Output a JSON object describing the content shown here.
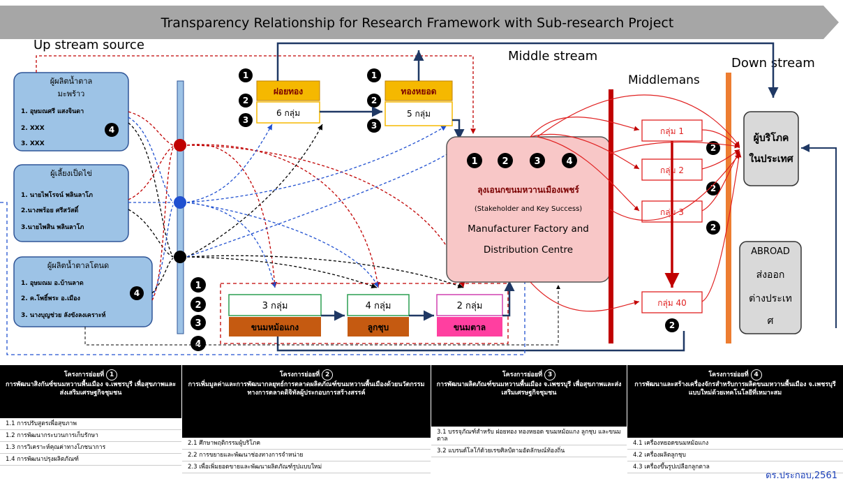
{
  "title": "Transparency Relationship for Research Framework with Sub-research Project",
  "stream_labels": {
    "upstream": "Up stream source",
    "middle": "Middle stream",
    "middlemans": "Middlemans",
    "downstream": "Down stream"
  },
  "suppliers": [
    {
      "title": "ผู้ผลิตน้ำตาล",
      "subtitle": "มะพร้าว",
      "items": [
        "1. อุษมณศรี แสงจินดา",
        "2. XXX",
        "3. XXX"
      ],
      "badge": "4"
    },
    {
      "title": "ผู้เลี้ยงเป็ดไข่",
      "items": [
        "1. นายไพโรจน์ พลินลาโภ",
        "2.นางพร้อย ศรีสวัสดิ์",
        "3.นายไพสิน พลินลาโภ"
      ]
    },
    {
      "title": "ผู้ผลิตน้ำตาลโตนด",
      "items": [
        "1. อุษมณม อ.บ้านลาด",
        "2. ค.โพธิ์พระ อ.เมือง",
        "3. นางบุญช่วย ลังขังลงเคราะห์"
      ],
      "badge": "4"
    }
  ],
  "products_top": [
    {
      "name": "ฝอยทอง",
      "groups": "6 กลุ่ม",
      "markers": [
        "1",
        "2",
        "3"
      ]
    },
    {
      "name": "ทองหยอด",
      "groups": "5 กลุ่ม",
      "markers": [
        "1",
        "2",
        "3"
      ]
    }
  ],
  "products_bottom": [
    {
      "groups": "3 กลุ่ม",
      "name": "ขนมหม้อแกง"
    },
    {
      "groups": "4 กลุ่ม",
      "name": "ลูกชุบ"
    },
    {
      "groups": "2 กลุ่ม",
      "name": "ขนมตาล"
    }
  ],
  "bottom_markers": [
    "1",
    "2",
    "3",
    "4"
  ],
  "center": {
    "markers": [
      "1",
      "2",
      "3",
      "4"
    ],
    "thai": "ลุงเอนกขนมหวานเมืองเพชร์",
    "stakeholder": "(Stakeholder and Key Success)",
    "line1": "Manufacturer Factory and",
    "line2": "Distribution Centre"
  },
  "middlemen": [
    {
      "label": "กลุ่ม 1",
      "badge": "2"
    },
    {
      "label": "กลุ่ม 2",
      "badge": "2"
    },
    {
      "label": "กลุ่ม 3",
      "badge": "2"
    },
    {
      "label": "กลุ่ม 40",
      "badge": "2"
    }
  ],
  "consumer": {
    "line1": "ผู้บริโภค",
    "line2": "ในประเทศ"
  },
  "abroad": {
    "line1": "ABROAD",
    "line2": "ส่งออก",
    "line3": "ต่างประเท",
    "line4": "ศ"
  },
  "projects": [
    {
      "head": "โครงการย่อยที่",
      "num": "1",
      "title": "การพัฒนาสิงกันซ์ขนมหวานพื้นเมือง จ.เพชรบุรี เพื่อสุขภาพและส่งเสริมเศรษฐกิจชุมชน",
      "items": [
        "1.1 การปรับสูตรเพื่อสุขภาพ",
        "1.2 การพัฒนากระบวนการเก็บรักษา",
        "1.3 การวิเคราะห์คุณค่าทางโภชนาการ",
        "1.4 การพัฒนาปรุงผลิตภัณฑ์"
      ]
    },
    {
      "head": "โครงการย่อยที่",
      "num": "2",
      "title": "การเพิ่มมูลค่าและการพัฒนากลยุทธ์การตลาดผลิตภัณฑ์ขนมหวานพื้นเมืองด้วยนวัตกรรมทางการตลาดดิจิทัลผู้ประกอบการสร้างสรรค์",
      "items": [
        "2.1 ศึกษาพฤติกรรมผู้บริโภค",
        "2.2 การขยายและพัฒนาช่องทางการจำหน่าย",
        "2.3 เพื่อเพิ่มยอดขายและพัฒนาผลิตภัณฑ์รูปแบบใหม่"
      ]
    },
    {
      "head": "โครงการย่อยที่",
      "num": "3",
      "title": "การพัฒนาผลิตภัณฑ์ขนมหวานพื้นเมือง จ.เพชรบุรี เพื่อสุขภาพและส่งเสริมเศรษฐกิจชุมชน",
      "items": [
        "3.1 บรรจุภัณฑ์สำหรับ ฝอยทอง ทองหยอด ขนมหม้อแกง ลูกชุบ และขนมตาล",
        "3.2 แบรนด์โลโก้ด้วยเรขศิลป์ตามอัตลักษณ์ท้องถิ่น"
      ]
    },
    {
      "head": "โครงการย่อยที่",
      "num": "4",
      "title": "การพัฒนาและสร้างเครื่องจักรสำหรับการผลิตขนมหวานพื้นเมือง จ.เพชรบุรี แบบใหม่ด้วยเทคโนโลยีที่เหมาะสม",
      "items": [
        "4.1 เครื่องหยอดขนมหม้อแกง",
        "4.2 เครื่องผลิตลูกชุบ",
        "4.3 เครื่องขึ้นรูปเปลือกลูกตาล"
      ]
    }
  ],
  "credit": "ดร.ประกอบ,2561",
  "colors": {
    "arrow_gray": "#9a9a9a",
    "supplier_fill": "#9dc3e6",
    "supplier_stroke": "#2f5597",
    "center_fill": "#f8c7c7",
    "product_gold": "#f5b800",
    "product_brown": "#c55a11",
    "pink": "#ff3fa0",
    "dark_red": "#c00000",
    "orange": "#ed7d31",
    "navy": "#1f3864",
    "red": "#e02020",
    "blue": "#2050d0"
  }
}
